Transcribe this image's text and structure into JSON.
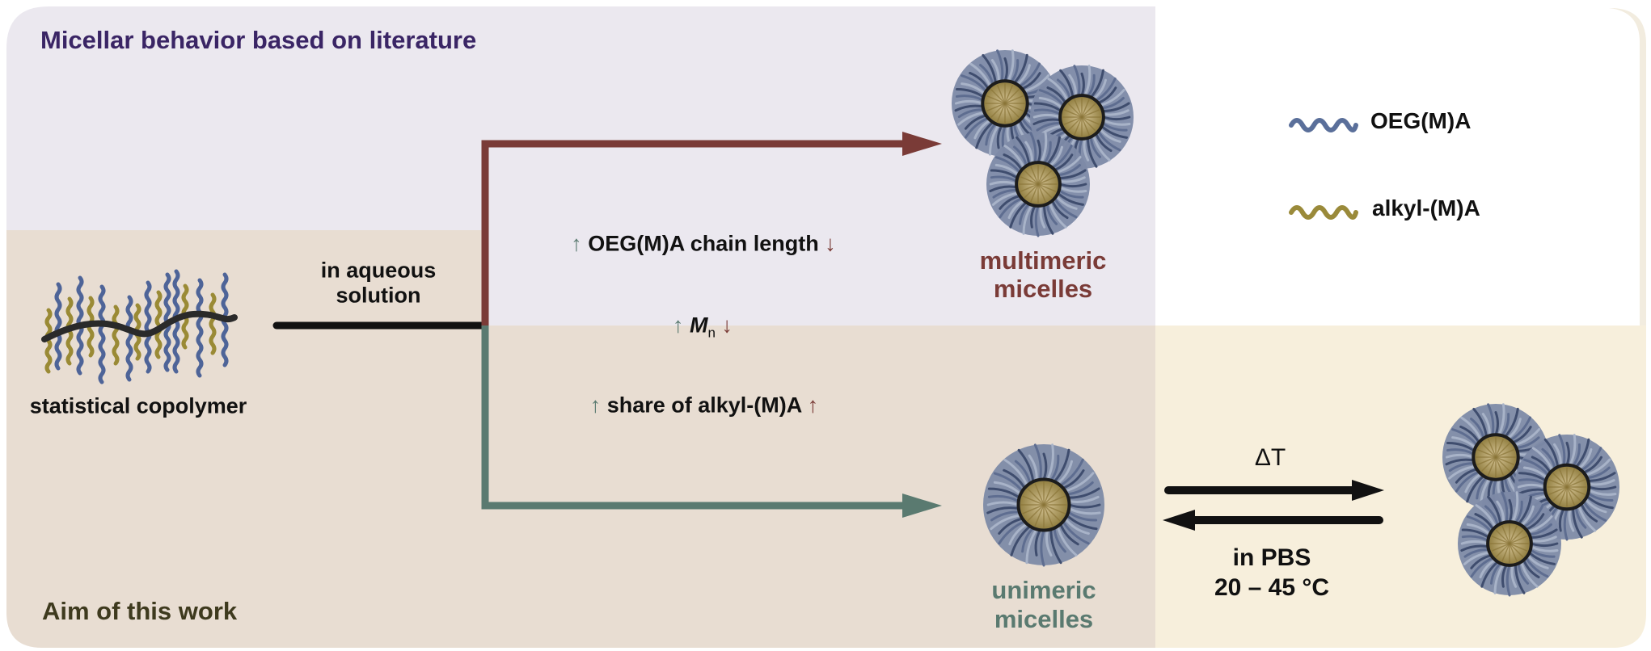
{
  "colors": {
    "lavender": "#ebe8ef",
    "tan": "#e8ddd2",
    "cream": "#f7efdc",
    "white": "#ffffff",
    "title_purple": "#3a2565",
    "aim_olive": "#3e3a1e",
    "multimeric_red": "#7a3b37",
    "unimeric_green": "#5a7a70",
    "oeg_blue": "#5a6f9a",
    "alkyl_gold": "#9a8a3a",
    "core_gold": "#b8a45e",
    "black": "#111111"
  },
  "sections": {
    "top_title": "Micellar behavior based on literature",
    "bottom_title": "Aim of this work"
  },
  "start": {
    "label": "statistical copolymer",
    "condition_line1": "in aqueous",
    "condition_line2": "solution"
  },
  "factors": [
    {
      "up_arrow": "↑",
      "text": "OEG(M)A chain length",
      "right_arrow": "↓",
      "italic": false
    },
    {
      "up_arrow": "↑",
      "text": "M",
      "subscript": "n",
      "right_arrow": "↓",
      "italic": true
    },
    {
      "up_arrow": "↑",
      "text": "share of alkyl-(M)A",
      "right_arrow": "↑",
      "italic": false
    }
  ],
  "outcomes": {
    "multimeric": {
      "line1": "multimeric",
      "line2": "micelles"
    },
    "unimeric": {
      "line1": "unimeric",
      "line2": "micelles"
    }
  },
  "equilibrium": {
    "above": "ΔT",
    "below_line1": "in PBS",
    "below_line2": "20 – 45 °C"
  },
  "legend": [
    {
      "icon": "oeg-chain-icon",
      "label": "OEG(M)A"
    },
    {
      "icon": "alkyl-chain-icon",
      "label": "alkyl-(M)A"
    }
  ]
}
